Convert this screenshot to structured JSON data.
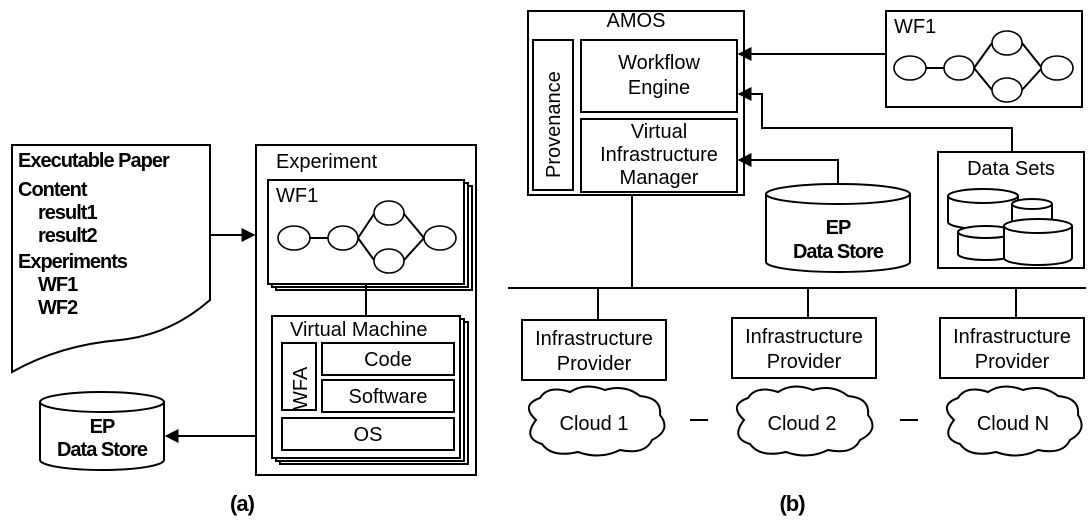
{
  "panel_a": {
    "paper": {
      "title": "Executable Paper",
      "content_label": "Content",
      "results": [
        "result1",
        "result2"
      ],
      "experiments_label": "Experiments",
      "workflows": [
        "WF1",
        "WF2"
      ]
    },
    "experiment": {
      "title": "Experiment",
      "workflow": "WF1",
      "vm_title": "Virtual Machine",
      "wfa_label": "WFA",
      "code_label": "Code",
      "software_label": "Software",
      "os_label": "OS"
    },
    "data_store": [
      "EP",
      "Data Store"
    ],
    "caption": "(a)"
  },
  "panel_b": {
    "amos_title": "AMOS",
    "provenance_label": "Provenance",
    "workflow_engine": [
      "Workflow",
      "Engine"
    ],
    "vim": [
      "Virtual",
      "Infrastructure",
      "Manager"
    ],
    "workflow": "WF1",
    "data_sets_title": "Data Sets",
    "data_store": [
      "EP",
      "Data Store"
    ],
    "providers": [
      [
        "Infrastructure",
        "Provider"
      ],
      [
        "Infrastructure",
        "Provider"
      ],
      [
        "Infrastructure",
        "Provider"
      ]
    ],
    "clouds": [
      "Cloud 1",
      "Cloud 2",
      "Cloud N"
    ],
    "caption": "(b)"
  }
}
